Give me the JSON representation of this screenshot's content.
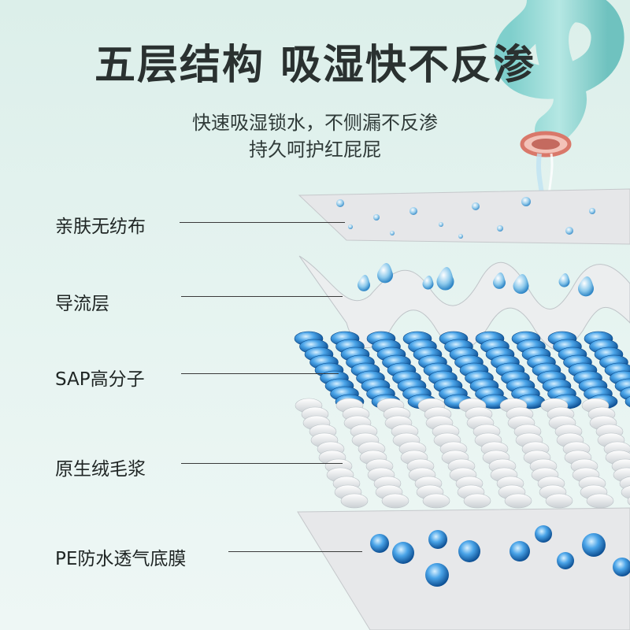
{
  "headline": "五层结构 吸湿快不反渗",
  "subline1": "快速吸湿锁水，不侧漏不反渗",
  "subline2": "持久呵护红屁屁",
  "layers": [
    {
      "label": "亲肤无纺布"
    },
    {
      "label": "导流层"
    },
    {
      "label": "SAP高分子"
    },
    {
      "label": "原生绒毛浆"
    },
    {
      "label": "PE防水透气底膜"
    }
  ],
  "colors": {
    "background": "#dcefea",
    "title": "#2a3130",
    "sheet": "#e4e6e8",
    "sap_blue": "#1f7fd0",
    "fluff": "#f4f6f7"
  },
  "icons": [
    "water-pipe-icon",
    "water-drop-icon"
  ]
}
